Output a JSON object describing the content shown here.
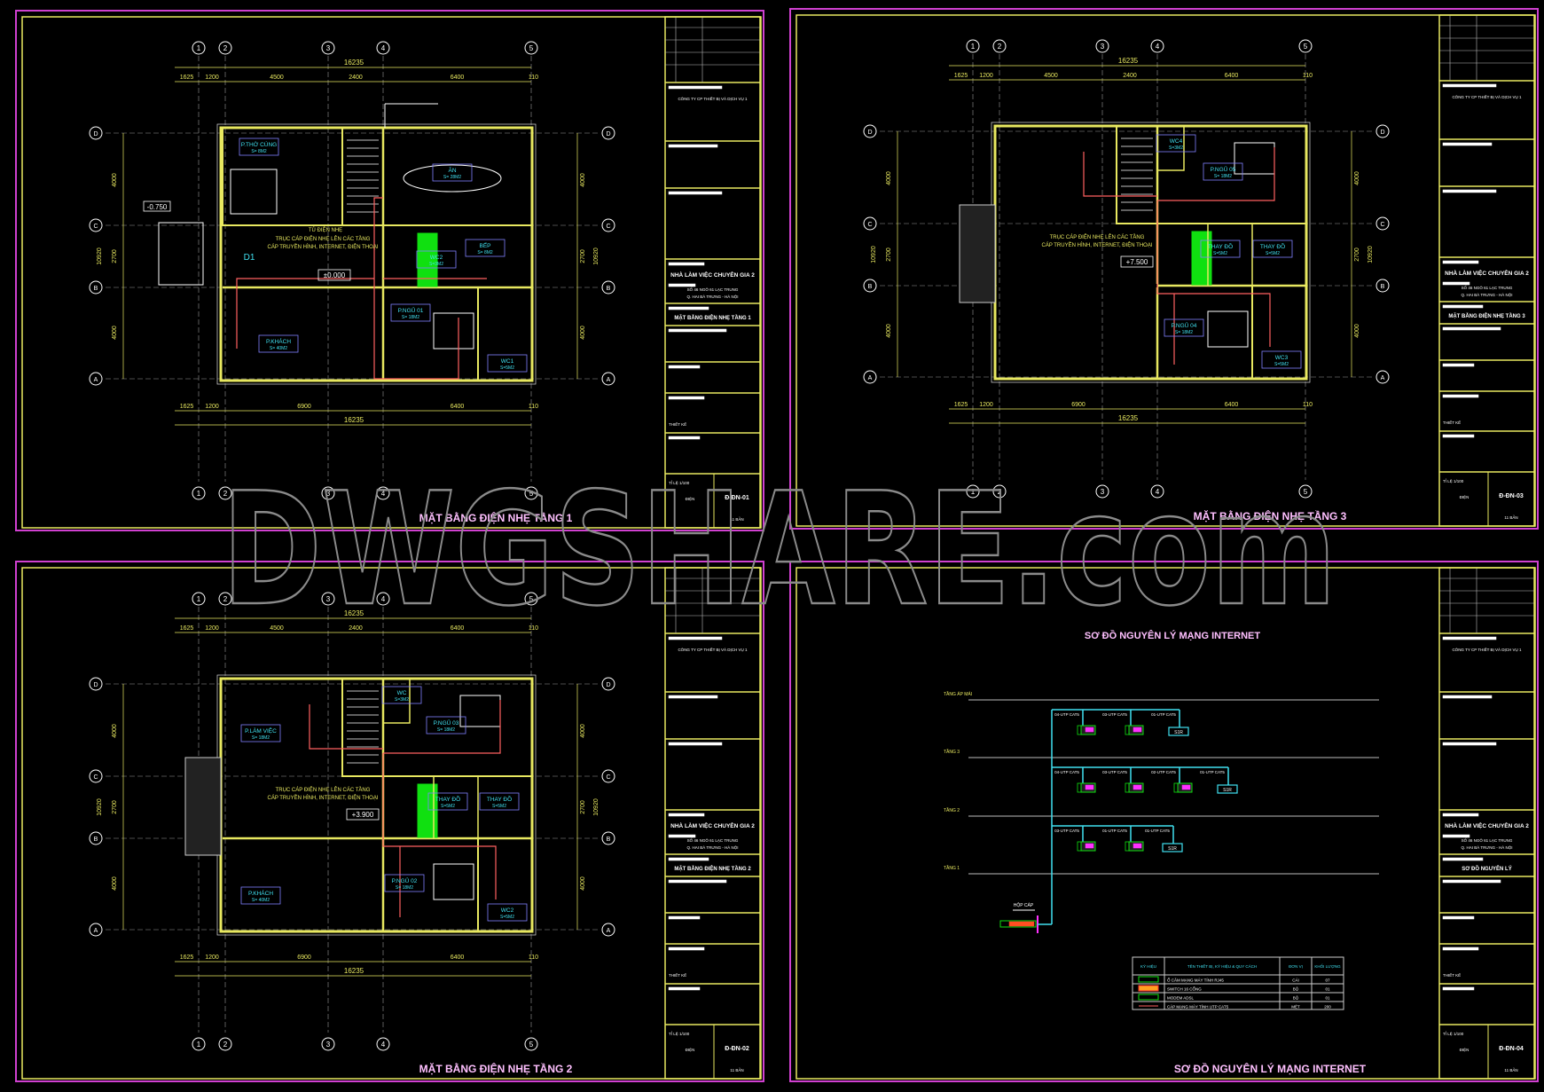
{
  "colors": {
    "sheet_border": "#d040d0",
    "frame": "#e8e860",
    "wall": "#e8e860",
    "grid": "#9a9a9a",
    "dimension": "#e8e860",
    "room_label": "#40e0f0",
    "cable": "#ff6060",
    "title": "#ffc0ff",
    "background": "#000000"
  },
  "watermark": "DWGSHARE.com",
  "plan_common": {
    "grid_columns": [
      "1",
      "2",
      "3",
      "4",
      "5"
    ],
    "grid_rows": [
      "D",
      "C",
      "B",
      "A"
    ],
    "dims_top_total": "16235",
    "dims_top": [
      "1625",
      "1200",
      "4500",
      "2400",
      "6400",
      "110"
    ],
    "dims_bottom": [
      "1625",
      "1200",
      "6900",
      "6400",
      "110"
    ],
    "dims_bottom_total": "16235",
    "dims_side": [
      "4000",
      "2700",
      "4000"
    ],
    "dims_side_total": "10920",
    "riser_note_1": "TRỤC CÁP ĐIỆN NHẸ LÊN CÁC TẦNG",
    "riser_note_2": "CÁP TRUYỀN HÌNH, INTERNET, ĐIỆN THOẠI"
  },
  "title_block": {
    "company": "CÔNG TY CP THIẾT BỊ VÀ DỊCH VỤ 1",
    "project": "NHÀ LÀM VIỆC CHUYÊN GIA 2",
    "address_1": "SỐ 46 NGÕ 61 LẠC TRUNG",
    "address_2": "Q. HAI BÀ TRƯNG - HÀ NỘI",
    "phase": "THIẾT KẾ",
    "scale": "TỈ LỆ 1/100",
    "discipline": "ĐIỆN",
    "sheets": "11 BẢN"
  },
  "sheets": [
    {
      "title": "MẶT BẰNG ĐIỆN NHẸ TẦNG 1",
      "block_title": "MẶT BẰNG ĐIỆN NHẸ TẦNG 1",
      "sheet_no": "Đ-ĐN-01",
      "elevation": "±0.000",
      "extra": [
        "D1",
        "TỦ ĐIỆN NHẸ",
        "-0.750"
      ],
      "rooms": [
        {
          "name": "P.THỜ CÚNG",
          "area": "S= 8M2"
        },
        {
          "name": "ĂN",
          "area": "S= 28M2"
        },
        {
          "name": "WC2",
          "area": "S=3M2"
        },
        {
          "name": "BẾP",
          "area": "S= 8M2"
        },
        {
          "name": "P.NGỦ 01",
          "area": "S= 18M2"
        },
        {
          "name": "P.KHÁCH",
          "area": "S= 40M2"
        },
        {
          "name": "WC1",
          "area": "S=5M2"
        }
      ]
    },
    {
      "title": "MẶT BẰNG ĐIỆN NHẸ TẦNG 3",
      "block_title": "MẶT BẰNG ĐIỆN NHẸ TẦNG 3",
      "sheet_no": "Đ-ĐN-03",
      "elevation": "+7.500",
      "extra": [],
      "rooms": [
        {
          "name": "WC4",
          "area": "S=3M2"
        },
        {
          "name": "P.NGỦ 05",
          "area": "S= 18M2"
        },
        {
          "name": "THAY ĐỒ",
          "area": "S=5M2"
        },
        {
          "name": "THAY ĐỒ",
          "area": "S=5M2"
        },
        {
          "name": "P.NGỦ 04",
          "area": "S= 18M2"
        },
        {
          "name": "WC3",
          "area": "S=5M2"
        }
      ]
    },
    {
      "title": "MẶT BẰNG ĐIỆN NHẸ TẦNG 2",
      "block_title": "MẶT BẰNG ĐIỆN NHẸ TẦNG 2",
      "sheet_no": "Đ-ĐN-02",
      "elevation": "+3.900",
      "extra": [],
      "rooms": [
        {
          "name": "P.LÀM VIỆC",
          "area": "S= 18M2"
        },
        {
          "name": "WC",
          "area": "S=3M2"
        },
        {
          "name": "P.NGỦ 03",
          "area": "S= 18M2"
        },
        {
          "name": "THAY ĐỒ",
          "area": "S=5M2"
        },
        {
          "name": "THAY ĐỒ",
          "area": "S=5M2"
        },
        {
          "name": "P.KHÁCH",
          "area": "S= 40M2"
        },
        {
          "name": "P.NGỦ 02",
          "area": "S= 18M2"
        },
        {
          "name": "WC2",
          "area": "S=5M2"
        }
      ]
    },
    {
      "title": "SƠ ĐỒ NGUYÊN LÝ MẠNG INTERNET",
      "block_title": "SƠ ĐỒ NGUYÊN LÝ",
      "sheet_no": "Đ-ĐN-04"
    }
  ],
  "network": {
    "floors": [
      "TẦNG ÁP MÁI",
      "TẦNG 3",
      "TẦNG 2",
      "TẦNG 1"
    ],
    "branches": [
      {
        "cables": [
          "04-UTP CAT5",
          "03-UTP CAT5",
          "01-UTP CAT5"
        ],
        "device_count": 2,
        "switch": "S1R"
      },
      {
        "cables": [
          "04-UTP CAT5",
          "03-UTP CAT5",
          "02-UTP CAT5",
          "01-UTP CAT5"
        ],
        "device_count": 3,
        "switch": "S1R"
      },
      {
        "cables": [
          "03-UTP CAT5",
          "01-UTP CAT5",
          "01-UTP CAT5"
        ],
        "device_count": 2,
        "switch": "S1R"
      }
    ],
    "cabinet_label": "HỘP CÁP",
    "legend": {
      "headers": [
        "KÝ HIỆU",
        "TÊN THIẾT BỊ, KÝ HIỆU & QUY CÁCH",
        "ĐƠN VỊ",
        "KHỐI LƯỢNG"
      ],
      "rows": [
        {
          "name": "Ổ CẮM MẠNG MÁY TÍNH RJ45",
          "unit": "CÁI",
          "qty": "07"
        },
        {
          "name": "SWITCH 16 CỔNG",
          "unit": "BỘ",
          "qty": "01"
        },
        {
          "name": "MODEM ADSL",
          "unit": "BỘ",
          "qty": "01"
        },
        {
          "name": "CÁP MẠNG MÁY TÍNH UTP CAT5",
          "unit": "MÉT",
          "qty": "200"
        }
      ]
    }
  }
}
